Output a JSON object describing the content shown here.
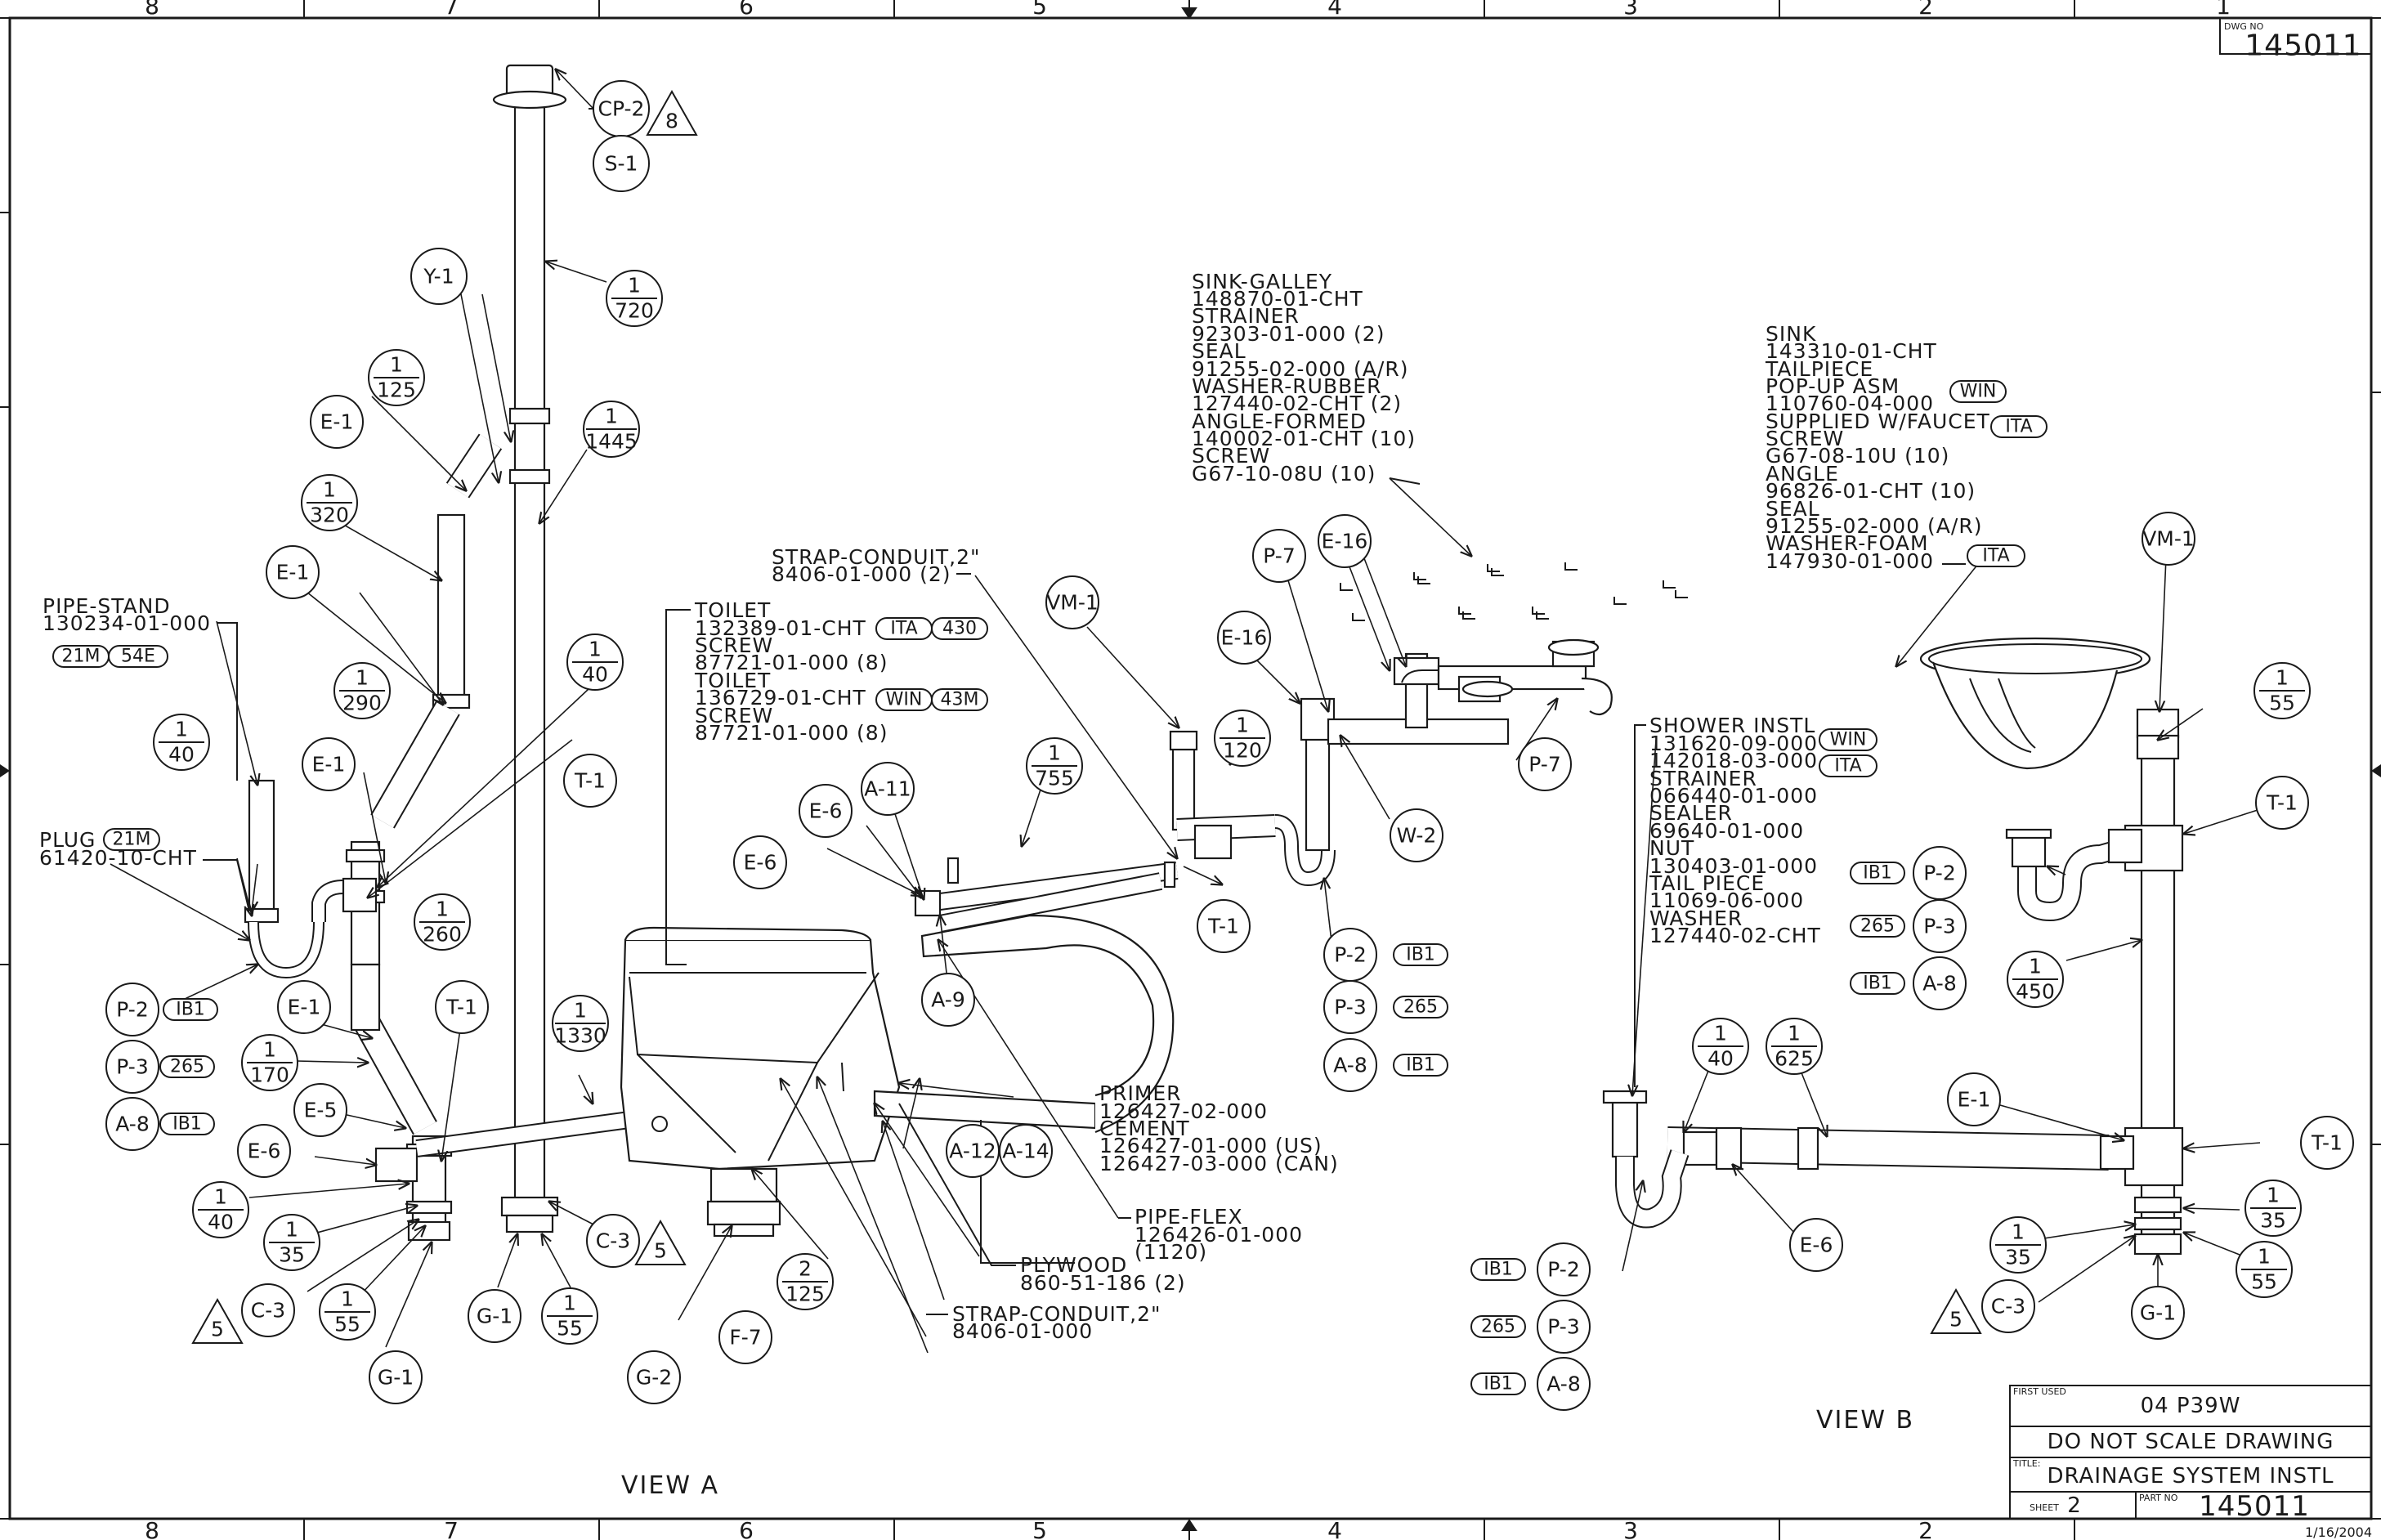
{
  "drawing_number": {
    "prefix": "DWG NO",
    "value": "145011"
  },
  "zones": {
    "columns": [
      "8",
      "7",
      "6",
      "5",
      "4",
      "3",
      "2",
      "1"
    ]
  },
  "views": {
    "a": "VIEW A",
    "b": "VIEW B"
  },
  "title_block": {
    "first_used_label": "FIRST USED",
    "first_used": "04 P39W",
    "do_not_scale": "DO NOT SCALE DRAWING",
    "title_label": "TITLE:",
    "title": "DRAINAGE SYSTEM INSTL",
    "sheet_label": "SHEET",
    "sheet": "2",
    "part_label": "PART NO",
    "part_no": "145011",
    "date": "1/16/2004"
  },
  "notes": {
    "sink_galley": [
      "SINK-GALLEY",
      "148870-01-CHT",
      "STRAINER",
      "92303-01-000 (2)",
      "SEAL",
      "91255-02-000 (A/R)",
      "WASHER-RUBBER",
      "127440-02-CHT (2)",
      "ANGLE-FORMED",
      "140002-01-CHT (10)",
      "SCREW",
      "G67-10-08U (10)"
    ],
    "sink": [
      "SINK",
      "143310-01-CHT",
      "TAILPIECE",
      "POP-UP ASM",
      "110760-04-000",
      "SUPPLIED W/FAUCET",
      "SCREW",
      "G67-08-10U (10)",
      "ANGLE",
      "96826-01-CHT (10)",
      "SEAL",
      "91255-02-000 (A/R)",
      "WASHER-FOAM",
      "147930-01-000"
    ],
    "sink_tags": [
      "WIN",
      "ITA",
      "ITA"
    ],
    "strap_top": [
      "STRAP-CONDUIT,2\"",
      "8406-01-000 (2)"
    ],
    "toilet": [
      "TOILET",
      "132389-01-CHT",
      "SCREW",
      "87721-01-000 (8)",
      "TOILET",
      "136729-01-CHT",
      "SCREW",
      "87721-01-000 (8)"
    ],
    "toilet_tags": [
      "ITA",
      "430",
      "WIN",
      "43M"
    ],
    "pipe_stand": [
      "PIPE-STAND",
      "130234-01-000"
    ],
    "pipe_stand_tags": [
      "21M",
      "54E"
    ],
    "plug": [
      "PLUG",
      "61420-10-CHT"
    ],
    "plug_tag": "21M",
    "shower": [
      "SHOWER INSTL",
      "131620-09-000",
      "142018-03-000",
      "STRAINER",
      "066440-01-000",
      "SEALER",
      "69640-01-000",
      "NUT",
      "130403-01-000",
      "TAIL PIECE",
      "11069-06-000",
      "WASHER",
      "127440-02-CHT"
    ],
    "shower_tags": [
      "WIN",
      "ITA"
    ],
    "primer": [
      "PRIMER",
      "126427-02-000",
      "CEMENT",
      "126427-01-000 (US)",
      "126427-03-000 (CAN)"
    ],
    "pipe_flex": [
      "PIPE-FLEX",
      "126426-01-000",
      "(1120)"
    ],
    "plywood": [
      "PLYWOOD",
      "860-51-186 (2)"
    ],
    "strap_bottom": [
      "STRAP-CONDUIT,2\"",
      "8406-01-000"
    ]
  },
  "bubbles": {
    "cp2": "CP-2",
    "s1": "S-1",
    "y1": "Y-1",
    "e1": "E-1",
    "e5": "E-5",
    "e6": "E-6",
    "e16": "E-16",
    "t1": "T-1",
    "p2": "P-2",
    "p3": "P-3",
    "a8": "A-8",
    "a9": "A-9",
    "a11": "A-11",
    "a12": "A-12",
    "a14": "A-14",
    "c3": "C-3",
    "g1": "G-1",
    "g2": "G-2",
    "f7": "F-7",
    "vm1": "VM-1",
    "p7": "P-7",
    "w2": "W-2"
  },
  "fractions": {
    "f1_720": [
      "1",
      "720"
    ],
    "f1_125": [
      "1",
      "125"
    ],
    "f1_1445": [
      "1",
      "1445"
    ],
    "f1_320": [
      "1",
      "320"
    ],
    "f1_40": [
      "1",
      "40"
    ],
    "f1_290": [
      "1",
      "290"
    ],
    "f1_260": [
      "1",
      "260"
    ],
    "f1_170": [
      "1",
      "170"
    ],
    "f1_1330": [
      "1",
      "1330"
    ],
    "f1_35": [
      "1",
      "35"
    ],
    "f1_55": [
      "1",
      "55"
    ],
    "f2_125": [
      "2",
      "125"
    ],
    "f1_755": [
      "1",
      "755"
    ],
    "f1_120": [
      "1",
      "120"
    ],
    "f1_450": [
      "1",
      "450"
    ],
    "f1_625": [
      "1",
      "625"
    ]
  },
  "callout_tags": {
    "ib1": "IB1",
    "v265": "265"
  },
  "revision_flags": {
    "r8": "8",
    "r5": "5"
  }
}
